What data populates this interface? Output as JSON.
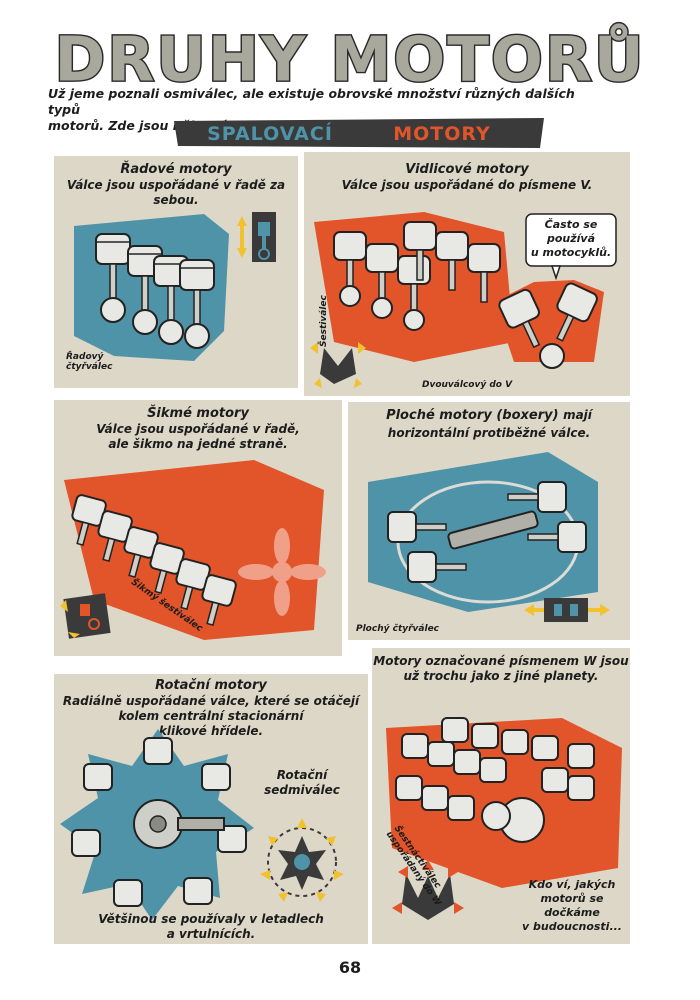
{
  "header": {
    "title": "DRUHY MOTORŮ",
    "intro_line1": "Už jeme poznali osmiválec, ale existuje obrovské množství různých dalších typů",
    "intro_line2": "motorů. Zde jsou některé z nich."
  },
  "section": {
    "word1": "SPALOVACÍ",
    "word2": "MOTORY"
  },
  "panels": {
    "inline": {
      "title": "Řadové motory",
      "desc": "Válce jsou uspořádané v řadě za sebou.",
      "label_line1": "Řadový",
      "label_line2": "čtyřválec"
    },
    "v": {
      "title": "Vidlicové motory",
      "desc": "Válce jsou uspořádané do písmene V.",
      "bubble_line1": "Často se",
      "bubble_line2": "používá",
      "bubble_line3": "u motocyklů.",
      "side_label": "Šestiválec",
      "bottom_label": "Dvouválcový do V"
    },
    "slant": {
      "title": "Šikmé motory",
      "desc_line1": "Válce jsou uspořádané v řadě,",
      "desc_line2": "ale šikmo na jedné straně.",
      "label": "Šikmý šestiválec"
    },
    "boxer": {
      "title": "Ploché motory (boxery)",
      "title_suffix": "mají",
      "desc": "horizontální protiběžné válce.",
      "label": "Plochý čtyřválec"
    },
    "rotary": {
      "title": "Rotační motory",
      "desc_line1": "Radiálně uspořádané válce, které se otáčejí",
      "desc_line2": "kolem centrální stacionární",
      "desc_line3": "klikové hřídele.",
      "label_line1": "Rotační",
      "label_line2": "sedmiválec",
      "foot_line1": "Většinou se používaly v letadlech",
      "foot_line2": "a vrtulnících."
    },
    "w": {
      "desc_line1": "Motory označované písmenem W jsou",
      "desc_line2": "už trochu jako z jiné planety.",
      "label_line1": "Šestnáctiválec",
      "label_line2": "uspořádaný do W",
      "foot_line1": "Kdo ví, jakých",
      "foot_line2": "motorů se",
      "foot_line3": "dočkáme",
      "foot_line4": "v budoucnosti..."
    }
  },
  "page_number": "68",
  "colors": {
    "panel_bg": "#ddd7c8",
    "orange": "#e2542a",
    "blue": "#4e93a8",
    "dark": "#3a3a3a",
    "title_fill": "#a8a89c",
    "arrow_yellow": "#f2c12e",
    "banner_blue": "#4e93a8",
    "banner_orange": "#e2542a"
  }
}
